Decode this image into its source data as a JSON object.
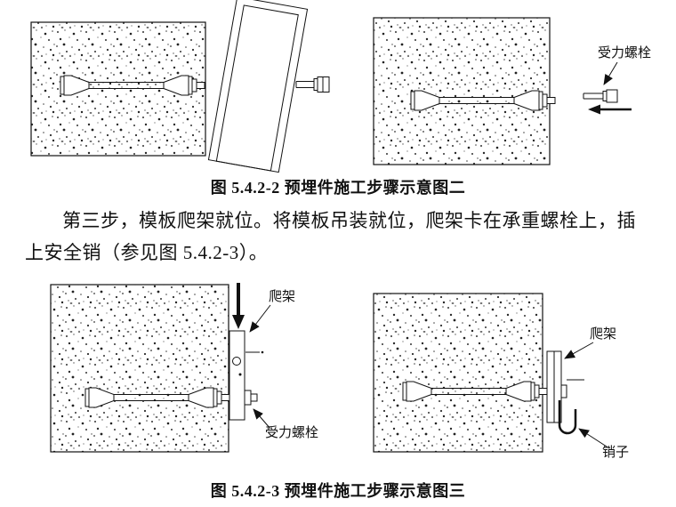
{
  "page": {
    "background": "#ffffff",
    "ink": "#111111"
  },
  "figure2": {
    "caption": "图 5.4.2-2 预埋件施工步骤示意图二",
    "labels": {
      "load_bolt": "受力螺栓"
    }
  },
  "paragraph": {
    "line1": "第三步，模板爬架就位。将模板吊装就位，爬架卡在承重螺栓上，插",
    "line2": "上安全销（参见图 5.4.2-3）。"
  },
  "figure3": {
    "caption": "图 5.4.2-3 预埋件施工步骤示意图三",
    "labels": {
      "left_frame": "爬架",
      "left_load_bolt": "受力螺栓",
      "right_frame": "爬架",
      "right_pin": "销子"
    }
  }
}
